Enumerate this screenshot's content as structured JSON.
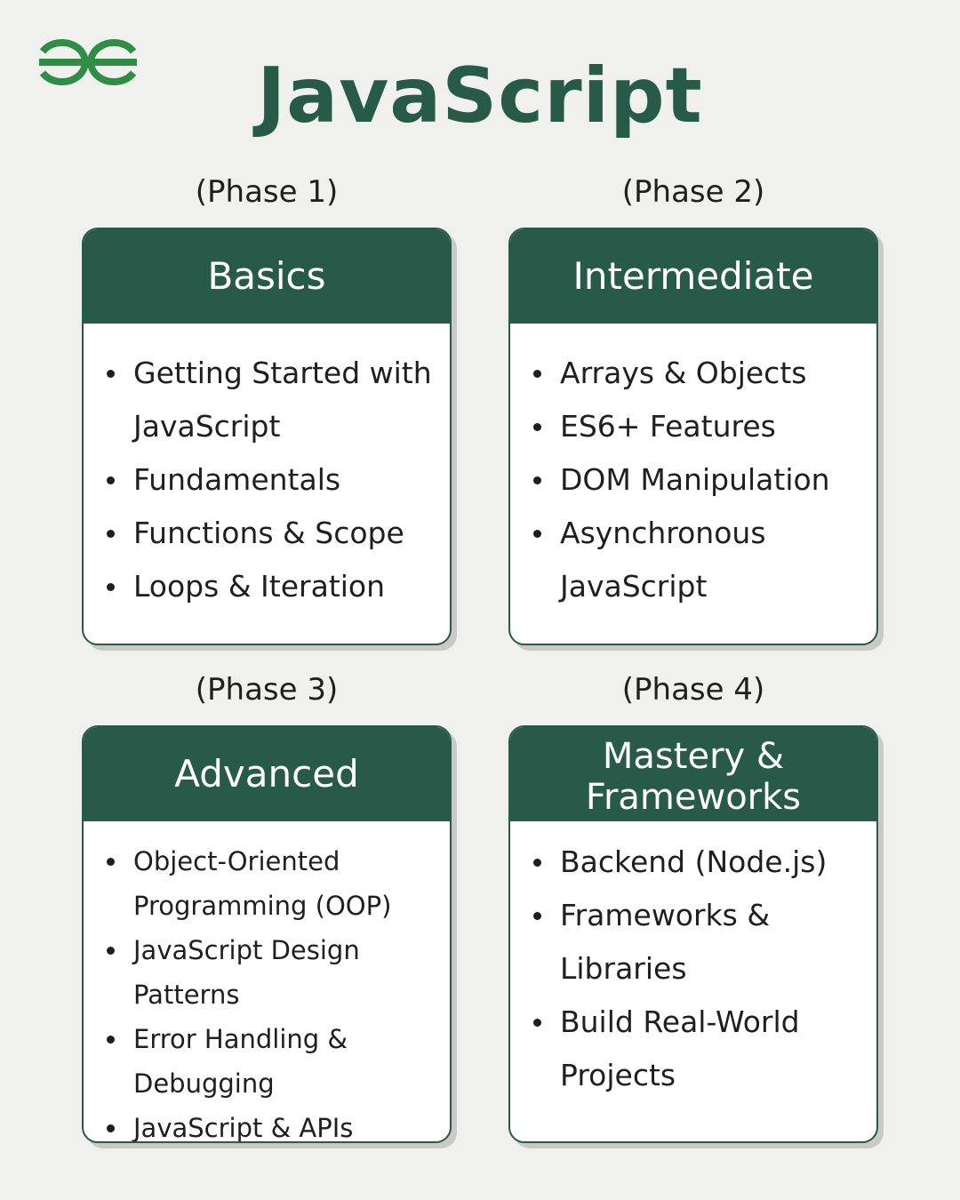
{
  "title": "JavaScript",
  "logo": {
    "icon": "gfg-logo-icon",
    "color": "#2f8d46"
  },
  "colors": {
    "accent": "#285a4a",
    "background": "#f0f0ee",
    "card": "#ffffff"
  },
  "phases": [
    {
      "label": "(Phase 1)",
      "heading": "Basics",
      "items": [
        "Getting Started with JavaScript",
        "Fundamentals",
        "Functions & Scope",
        "Loops & Iteration"
      ]
    },
    {
      "label": "(Phase 2)",
      "heading": "Intermediate",
      "items": [
        "Arrays & Objects",
        "ES6+ Features",
        "DOM Manipulation",
        "Asynchronous JavaScript"
      ]
    },
    {
      "label": "(Phase 3)",
      "heading": "Advanced",
      "items": [
        "Object-Oriented Programming (OOP)",
        "JavaScript Design Patterns",
        "Error Handling & Debugging",
        "JavaScript & APIs"
      ]
    },
    {
      "label": "(Phase 4)",
      "heading": "Mastery & Frameworks",
      "items": [
        "Backend (Node.js)",
        "Frameworks & Libraries",
        "Build Real-World Projects"
      ]
    }
  ]
}
